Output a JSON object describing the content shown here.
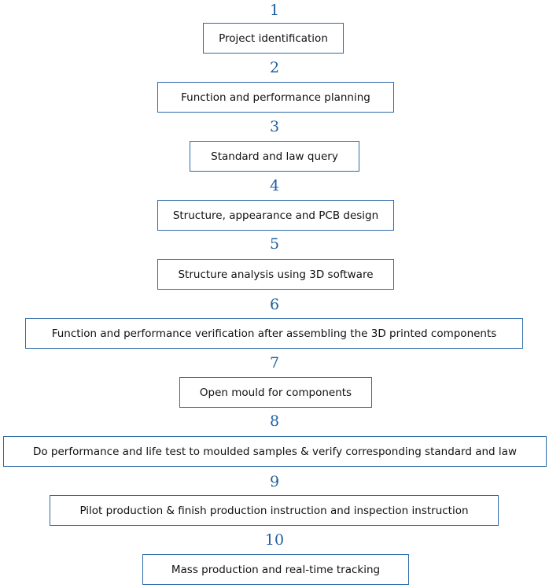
{
  "steps": [
    {
      "number": "1",
      "label": "Project identification"
    },
    {
      "number": "2",
      "label": "Function and performance planning"
    },
    {
      "number": "3",
      "label": "Standard and law query"
    },
    {
      "number": "4",
      "label": "Structure, appearance and PCB design"
    },
    {
      "number": "5",
      "label": "Structure analysis using 3D software"
    },
    {
      "number": "6",
      "label": "Function and performance verification after assembling the 3D printed components"
    },
    {
      "number": "7",
      "label": "Open mould for components"
    },
    {
      "number": "8",
      "label": "Do performance and life test to moulded samples & verify corresponding standard and law"
    },
    {
      "number": "9",
      "label": "Pilot production & finish production instruction and inspection instruction"
    },
    {
      "number": "10",
      "label": "Mass production and real-time tracking"
    }
  ],
  "colors": {
    "number_text": "#1f5f9e",
    "box_border": "#2d6aa8",
    "box_text": "#111111",
    "background": "#ffffff"
  }
}
